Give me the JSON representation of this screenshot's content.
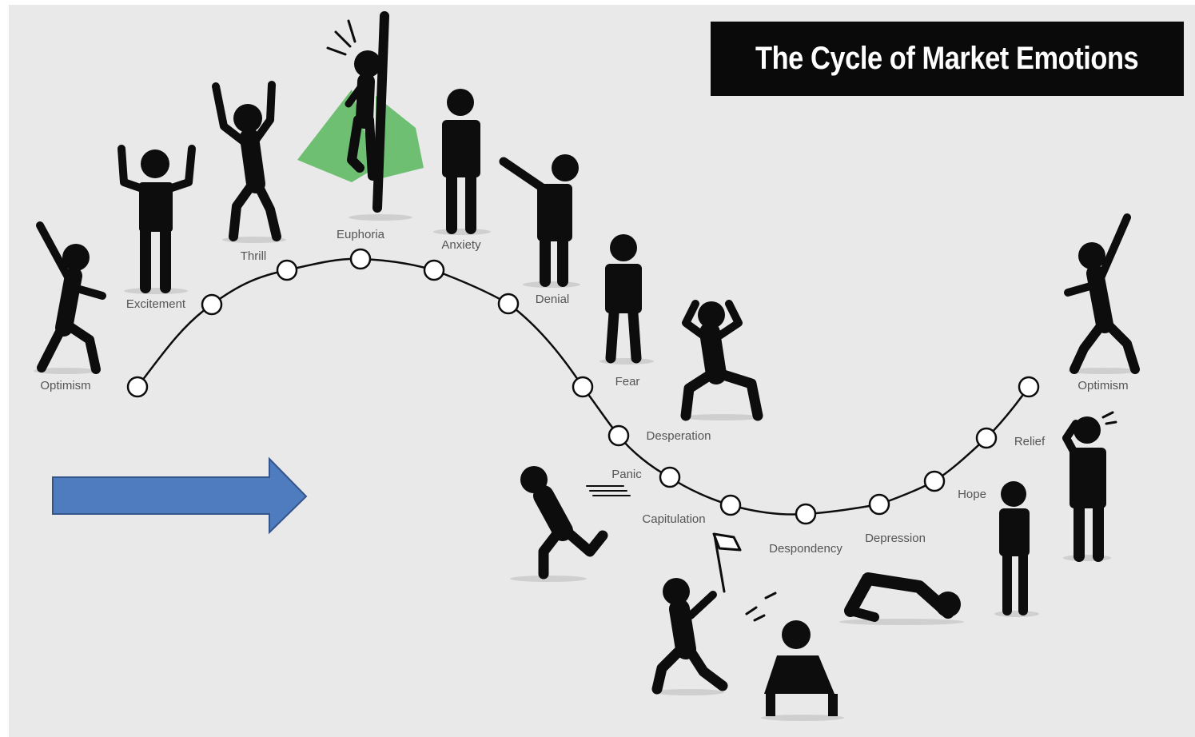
{
  "title": "The Cycle of Market Emotions",
  "colors": {
    "background": "#e9e9e9",
    "figure": "#0d0d0d",
    "node_fill": "#ffffff",
    "cape": "#6fbf73",
    "arrow_fill": "#4f7bbf",
    "arrow_stroke": "#35558a",
    "label": "#555555"
  },
  "stages": [
    {
      "label": "Optimism"
    },
    {
      "label": "Excitement"
    },
    {
      "label": "Thrill"
    },
    {
      "label": "Euphoria"
    },
    {
      "label": "Anxiety"
    },
    {
      "label": "Denial"
    },
    {
      "label": "Fear"
    },
    {
      "label": "Desperation"
    },
    {
      "label": "Panic"
    },
    {
      "label": "Capitulation"
    },
    {
      "label": "Despondency"
    },
    {
      "label": "Depression"
    },
    {
      "label": "Hope"
    },
    {
      "label": "Relief"
    },
    {
      "label": "Optimism"
    }
  ],
  "icons": [
    "stick-figure-icon",
    "cape-icon",
    "flag-icon",
    "arrow-icon"
  ]
}
